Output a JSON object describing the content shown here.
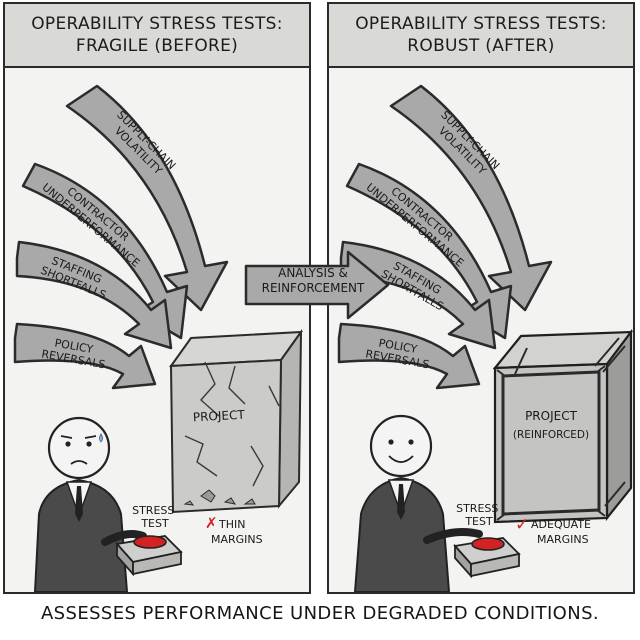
{
  "panels": {
    "left": {
      "title_line1": "OPERABILITY STRESS TESTS:",
      "title_line2": "FRAGILE (BEFORE)",
      "block_label": "PROJECT",
      "button_label_line1": "STRESS",
      "button_label_line2": "TEST",
      "status_mark": "✗",
      "status_line1": "THIN",
      "status_line2": "MARGINS"
    },
    "right": {
      "title_line1": "OPERABILITY STRESS TESTS:",
      "title_line2": "ROBUST (AFTER)",
      "block_label_line1": "PROJECT",
      "block_label_line2": "(REINFORCED)",
      "button_label_line1": "STRESS",
      "button_label_line2": "TEST",
      "status_mark": "✓",
      "status_line1": "ADEQUATE",
      "status_line2": "MARGINS"
    }
  },
  "stressors": {
    "supply_line1": "SUPPLY-CHAIN",
    "supply_line2": "VOLATILITY",
    "contractor_line1": "CONTRACTOR",
    "contractor_line2": "UNDERPERFORMANCE",
    "staffing_line1": "STAFFING",
    "staffing_line2": "SHORTFALLS",
    "policy_line1": "POLICY",
    "policy_line2": "REVERSALS"
  },
  "transition": {
    "line1": "ANALYSIS &",
    "line2": "REINFORCEMENT"
  },
  "footer": {
    "caption": "ASSESSES PERFORMANCE UNDER DEGRADED CONDITIONS."
  },
  "colors": {
    "arrow_fill": "#a9a9a9",
    "outline": "#2b2b2b",
    "button_red": "#d32222",
    "check_red": "#d32222",
    "suit": "#4a4a4a"
  }
}
